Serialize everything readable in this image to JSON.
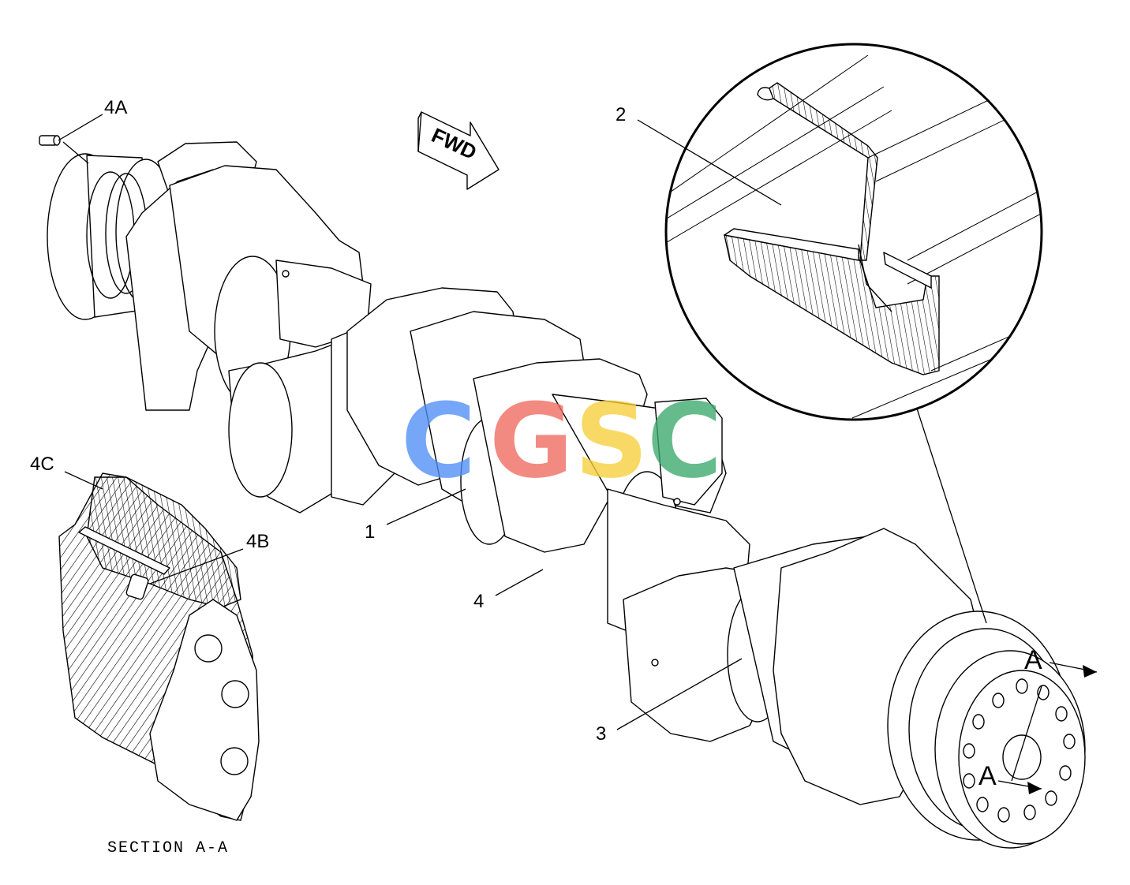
{
  "callouts": {
    "c1": "1",
    "c2": "2",
    "c3": "3",
    "c4": "4",
    "c4a": "4A",
    "c4b": "4B",
    "c4c": "4C"
  },
  "fwd_label": "FWD",
  "section_label": "SECTION A-A",
  "section_marks": {
    "top": "A",
    "bottom": "A"
  },
  "watermark": {
    "letters": [
      "C",
      "G",
      "S",
      "C"
    ],
    "colors": [
      "#4f8ef7",
      "#f06a5e",
      "#f7cf3b",
      "#3aa86b"
    ]
  },
  "colors": {
    "line": "#000000",
    "background": "#ffffff"
  }
}
